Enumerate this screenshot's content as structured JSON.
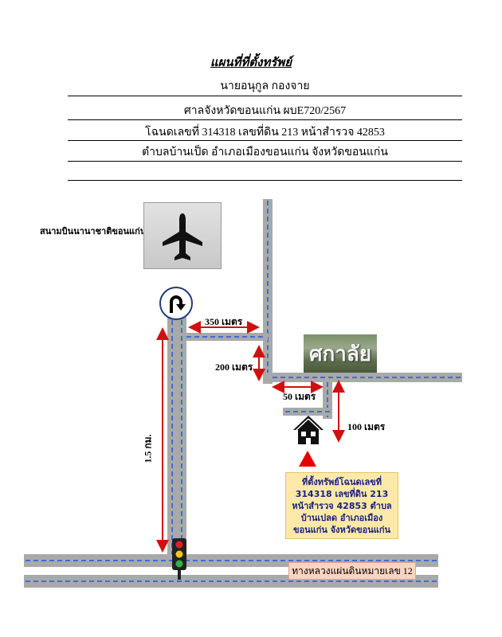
{
  "header": {
    "title": "แผนที่ที่ตั้งทรัพย์",
    "owner": "นายอนุกูล กองจาย",
    "case": "ศาลจังหวัดขอนแก่น ผบE720/2567",
    "deed": "โฉนดเลขที่ 314318 เลขที่ดิน 213 หน้าสำรวจ 42853",
    "location": "ตำบลบ้านเป็ด อำเภอเมืองขอนแก่น จังหวัดขอนแก่น"
  },
  "map": {
    "airport_label": "สนามบินนานาชาติขอนแก่น",
    "landmark_label": "ศกาลัย",
    "distances": {
      "d350": "350 เมตร",
      "d200": "200 เมตร",
      "d50": "50 เมตร",
      "d100": "100 เมตร",
      "d15km": "1.5 กม."
    },
    "property_info": [
      "ที่ตั้งทรัพย์โฉนดเลขที่",
      "314318 เลขที่ดิน 213",
      "หน้าสำรวจ 42853 ตำบล",
      "บ้านเปลด อำเภอเมือง",
      "ขอนแก่น จังหวัดขอนแก่น"
    ],
    "highway_label": "ทางหลวงแผ่นดินหมายเลข 12",
    "icons": [
      "airplane-icon",
      "u-turn-icon",
      "house-icon",
      "marker-triangle-icon",
      "traffic-light-icon"
    ]
  },
  "colors": {
    "road": "#a9a9a9",
    "dash": "#3b6fd8",
    "arrow": "#d01010",
    "info_bg": "#fce9a8",
    "info_text": "#1a237e",
    "highway_bg": "#fbd4c1"
  }
}
